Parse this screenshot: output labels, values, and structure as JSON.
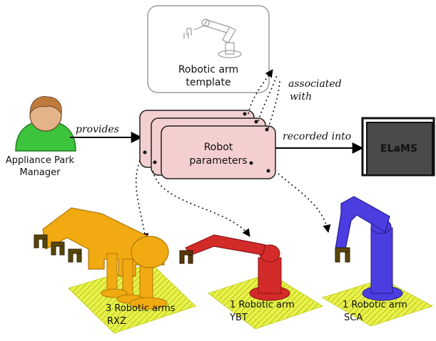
{
  "template": {
    "line1": "Robotic arm",
    "line2": "template"
  },
  "manager": {
    "line1": "Appliance Park",
    "line2": "Manager"
  },
  "edges": {
    "provides": "provides",
    "associated_line1": "associated",
    "associated_line2": "with",
    "recorded_into": "recorded into"
  },
  "params": {
    "line1": "Robot",
    "line2": "parameters"
  },
  "elams": {
    "label": "ELaMS"
  },
  "robots": {
    "rxz": {
      "line1": "3 Robotic arms",
      "line2": "RXZ",
      "color": "#f2aa12"
    },
    "ybt": {
      "line1": "1 Robotic arm",
      "line2": "YBT",
      "color": "#d32a2a"
    },
    "sca": {
      "line1": "1 Robotic arm",
      "line2": "SCA",
      "color": "#4b3ee0"
    }
  },
  "colors": {
    "param_fill": "#f4cfcf",
    "ground": "#e8f24a",
    "elams_fill": "#3a3a3a",
    "person_body": "#3cc43c",
    "person_head": "#c07a3c"
  }
}
